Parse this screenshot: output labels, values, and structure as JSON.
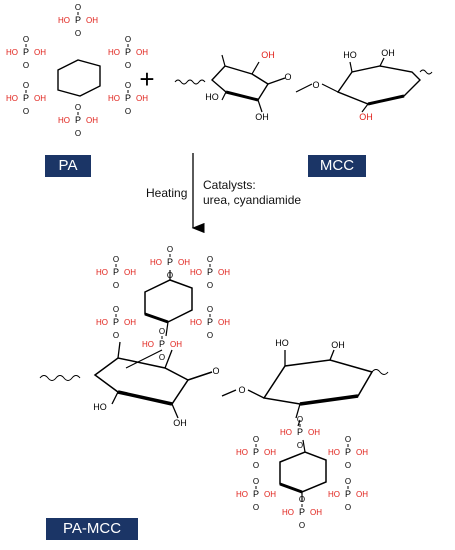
{
  "labels": {
    "pa": "PA",
    "mcc": "MCC",
    "pa_mcc": "PA-MCC"
  },
  "conditions": {
    "heating": "Heating",
    "catalysts_title": "Catalysts:",
    "catalysts_list": "urea, cyandiamide"
  },
  "plus_sign": "+",
  "atoms": {
    "P": "P",
    "O": "O",
    "OH": "OH",
    "HO": "HO"
  },
  "colors": {
    "label_bg": "#1b3566",
    "label_text": "#ffffff",
    "hydroxyl_red": "#e0201a",
    "bond_black": "#000000"
  }
}
